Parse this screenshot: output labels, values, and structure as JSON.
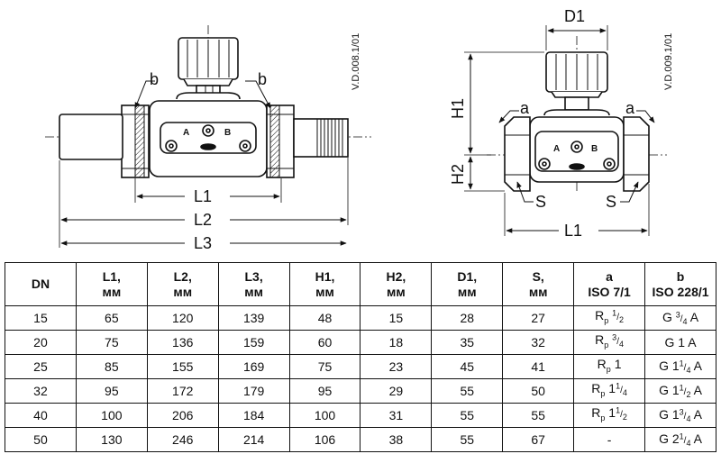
{
  "drawing_left": {
    "ref_code": "V.D.008.1/01",
    "labels": {
      "b_left": "b",
      "b_right": "b",
      "L1": "L1",
      "L2": "L2",
      "L3": "L3",
      "port_a": "A",
      "port_b": "B"
    }
  },
  "drawing_right": {
    "ref_code": "V.D.009.1/01",
    "labels": {
      "D1": "D1",
      "H1": "H1",
      "H2": "H2",
      "a_left": "a",
      "a_right": "a",
      "S_left": "S",
      "S_right": "S",
      "L1": "L1",
      "port_a": "A",
      "port_b": "B"
    }
  },
  "table": {
    "headers": [
      {
        "l1": "DN",
        "l2": ""
      },
      {
        "l1": "L1,",
        "l2": "мм"
      },
      {
        "l1": "L2,",
        "l2": "мм"
      },
      {
        "l1": "L3,",
        "l2": "мм"
      },
      {
        "l1": "H1,",
        "l2": "мм"
      },
      {
        "l1": "H2,",
        "l2": "мм"
      },
      {
        "l1": "D1,",
        "l2": "мм"
      },
      {
        "l1": "S,",
        "l2": "мм"
      },
      {
        "l1": "a",
        "l2": "ISO 7/1"
      },
      {
        "l1": "b",
        "l2": "ISO 228/1"
      }
    ],
    "rows": [
      {
        "dn": "15",
        "l1": "65",
        "l2": "120",
        "l3": "139",
        "h1": "48",
        "h2": "15",
        "d1": "28",
        "s": "27",
        "a": {
          "base": "R",
          "sub": "p",
          "whole": "",
          "num": "1",
          "den": "2"
        },
        "b": {
          "pre": "G",
          "whole": "",
          "num": "3",
          "den": "4",
          "post": "A"
        }
      },
      {
        "dn": "20",
        "l1": "75",
        "l2": "136",
        "l3": "159",
        "h1": "60",
        "h2": "18",
        "d1": "35",
        "s": "32",
        "a": {
          "base": "R",
          "sub": "p",
          "whole": "",
          "num": "3",
          "den": "4"
        },
        "b": {
          "pre": "G",
          "whole": "1",
          "num": "",
          "den": "",
          "post": "A"
        }
      },
      {
        "dn": "25",
        "l1": "85",
        "l2": "155",
        "l3": "169",
        "h1": "75",
        "h2": "23",
        "d1": "45",
        "s": "41",
        "a": {
          "base": "R",
          "sub": "p",
          "whole": "1",
          "num": "",
          "den": ""
        },
        "b": {
          "pre": "G",
          "whole": "1",
          "num": "1",
          "den": "4",
          "post": "A"
        }
      },
      {
        "dn": "32",
        "l1": "95",
        "l2": "172",
        "l3": "179",
        "h1": "95",
        "h2": "29",
        "d1": "55",
        "s": "50",
        "a": {
          "base": "R",
          "sub": "p",
          "whole": "1",
          "num": "1",
          "den": "4"
        },
        "b": {
          "pre": "G",
          "whole": "1",
          "num": "1",
          "den": "2",
          "post": "A"
        }
      },
      {
        "dn": "40",
        "l1": "100",
        "l2": "206",
        "l3": "184",
        "h1": "100",
        "h2": "31",
        "d1": "55",
        "s": "55",
        "a": {
          "base": "R",
          "sub": "p",
          "whole": "1",
          "num": "1",
          "den": "2"
        },
        "b": {
          "pre": "G",
          "whole": "1",
          "num": "3",
          "den": "4",
          "post": "A"
        }
      },
      {
        "dn": "50",
        "l1": "130",
        "l2": "246",
        "l3": "214",
        "h1": "106",
        "h2": "38",
        "d1": "55",
        "s": "67",
        "a": {
          "text": "-"
        },
        "b": {
          "pre": "G",
          "whole": "2",
          "num": "1",
          "den": "4",
          "post": "A"
        }
      }
    ]
  }
}
